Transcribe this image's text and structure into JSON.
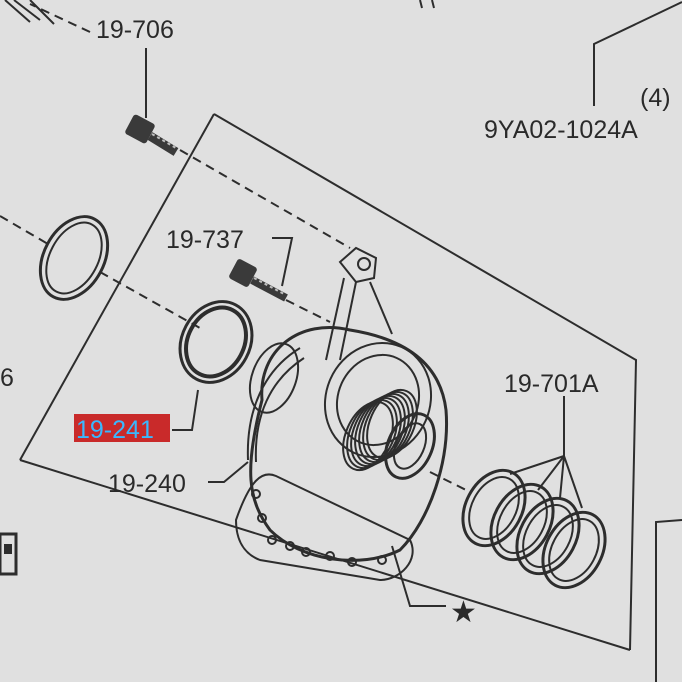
{
  "callouts": {
    "bolt_top": "19-706",
    "bolt_mid": "19-737",
    "oring": "19-241",
    "pump_housing": "19-240",
    "seal_rings": "19-701A",
    "ref_count": "(4)",
    "ref_code": "9YA02-1024A",
    "partial_left": "6",
    "star_mark": "★"
  },
  "highlight": {
    "box_color": "#c92a2a",
    "text_color": "#39b8ff"
  }
}
